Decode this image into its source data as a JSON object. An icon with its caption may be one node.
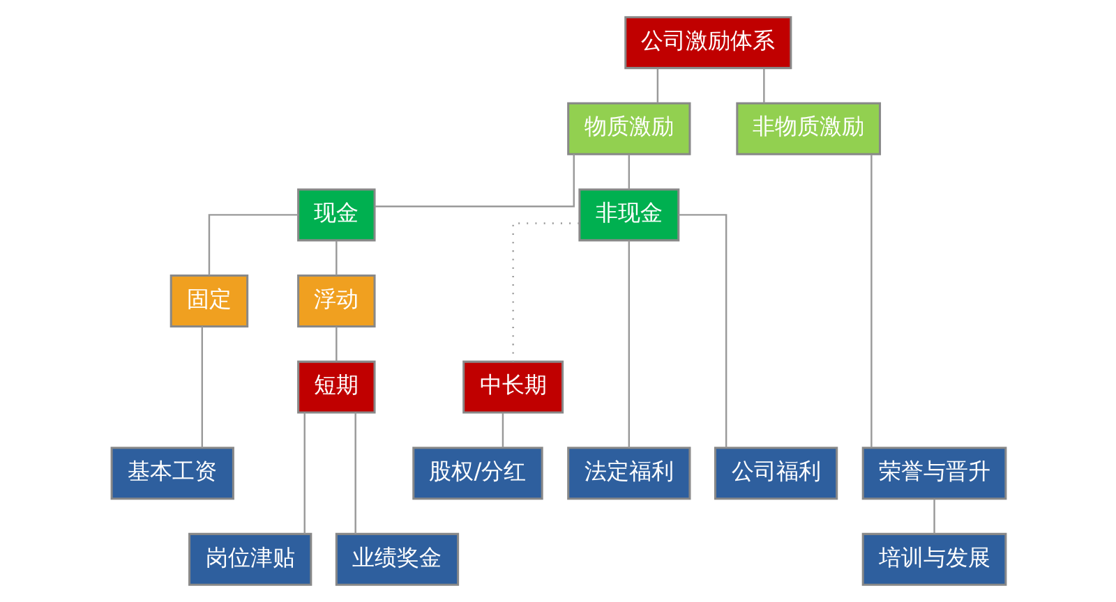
{
  "diagram": {
    "nodes": [
      {
        "text": [
          "公司激励体系"
        ]
      },
      {
        "text": [
          "物质激励"
        ]
      },
      {
        "text": [
          "非物质激励"
        ]
      },
      {
        "text": [
          "现金"
        ]
      },
      {
        "text": [
          "非现金"
        ]
      },
      {
        "text": [
          "固定"
        ]
      },
      {
        "text": [
          "浮动"
        ]
      },
      {
        "text": [
          "短期"
        ]
      },
      {
        "text": [
          "中长期"
        ]
      },
      {
        "text": [
          "基本工资"
        ]
      },
      {
        "text": [
          "岗位津贴"
        ]
      },
      {
        "text": [
          "业绩奖金"
        ]
      },
      {
        "text": [
          "股权/分红"
        ]
      },
      {
        "text": [
          "法定福利"
        ]
      },
      {
        "text": [
          "公司福利"
        ]
      },
      {
        "text": [
          "荣誉与晋升"
        ]
      },
      {
        "text": [
          "培训与发展"
        ]
      }
    ],
    "edges": [
      {
        "from": 0,
        "to": 1,
        "arrow": "none"
      },
      {
        "from": 0,
        "to": 2,
        "arrow": "none"
      },
      {
        "from": 1,
        "to": 3,
        "arrow": "none"
      },
      {
        "from": 1,
        "to": 4,
        "arrow": "none"
      },
      {
        "from": 3,
        "to": 5,
        "arrow": "none"
      },
      {
        "from": 3,
        "to": 6,
        "arrow": "none"
      },
      {
        "from": 6,
        "to": 7,
        "arrow": "none"
      },
      {
        "from": 4,
        "to": 8,
        "arrow": "none",
        "style": "dashed"
      },
      {
        "from": 4,
        "to": 13,
        "arrow": "none"
      },
      {
        "from": 4,
        "to": 14,
        "arrow": "none"
      },
      {
        "from": 5,
        "to": 9,
        "arrow": "none"
      },
      {
        "from": 7,
        "to": 10,
        "arrow": "none"
      },
      {
        "from": 7,
        "to": 11,
        "arrow": "none"
      },
      {
        "from": 8,
        "to": 12,
        "arrow": "none"
      },
      {
        "from": 2,
        "to": 15,
        "arrow": "none"
      },
      {
        "from": 15,
        "to": 16,
        "arrow": "none"
      }
    ]
  }
}
